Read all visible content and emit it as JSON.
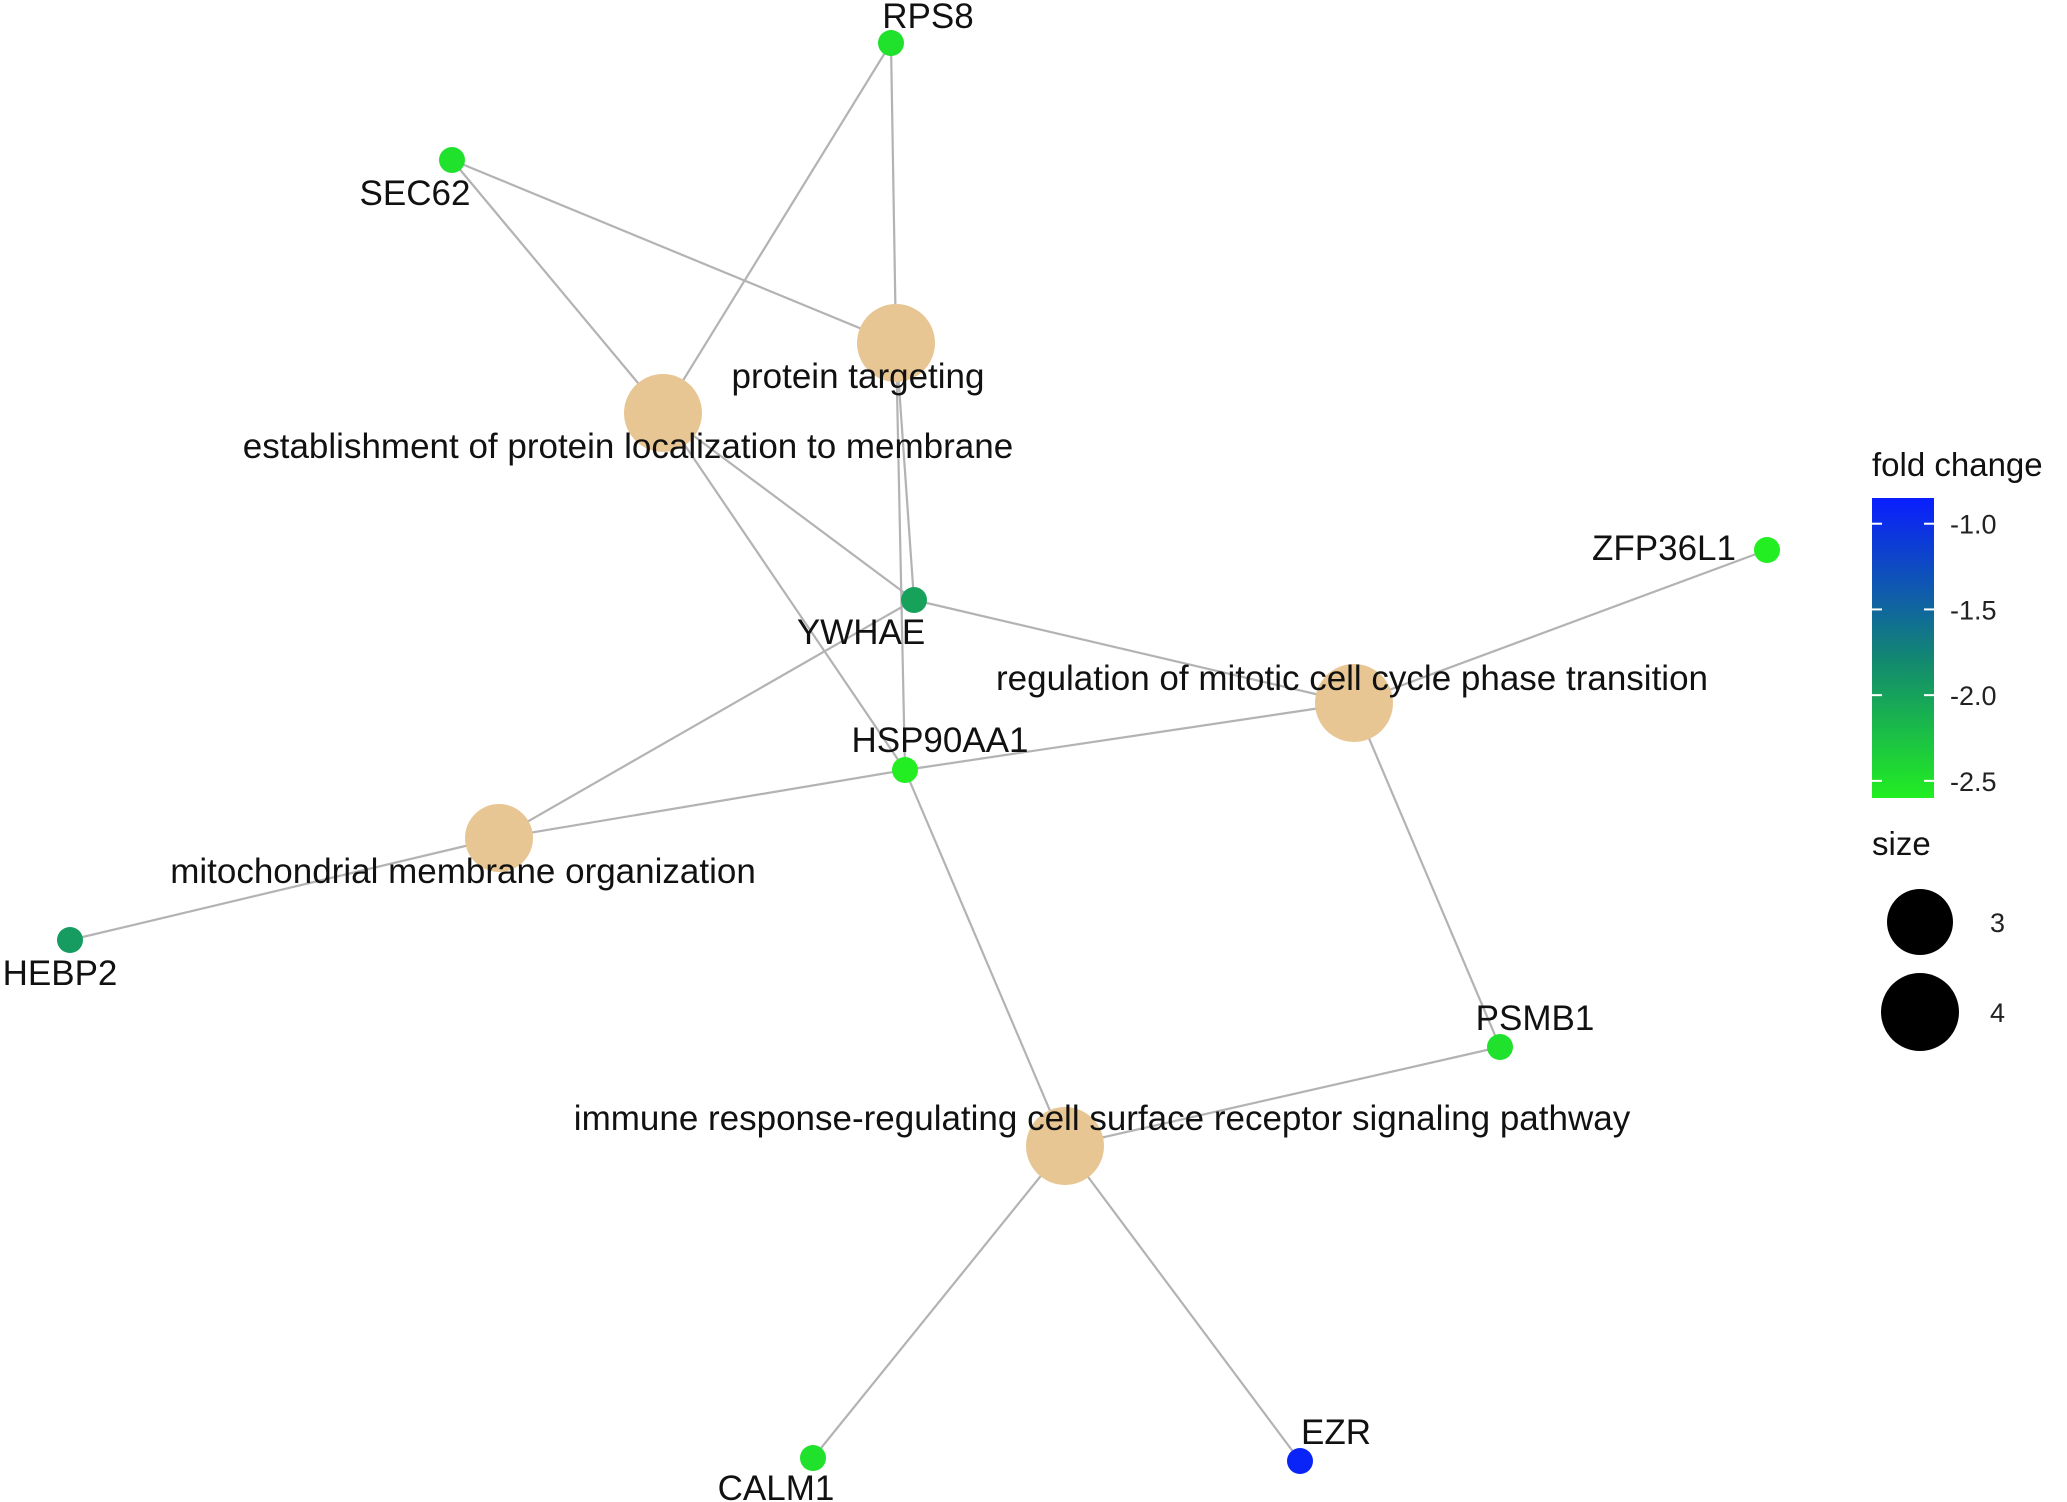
{
  "colors": {
    "term_node": "#E8C694",
    "edge": "#B3B3B3",
    "gradient_high": "#0A1EFF",
    "gradient_mid": "#138A6E",
    "gradient_low": "#22EE22"
  },
  "terms": [
    {
      "id": "t_pt",
      "label": "protein targeting",
      "size": 4
    },
    {
      "id": "t_ep",
      "label": "establishment of protein localization to membrane",
      "size": 4
    },
    {
      "id": "t_rm",
      "label": "regulation of mitotic cell cycle phase transition",
      "size": 4
    },
    {
      "id": "t_mm",
      "label": "mitochondrial membrane organization",
      "size": 3
    },
    {
      "id": "t_ir",
      "label": "immune response-regulating cell surface receptor signaling pathway",
      "size": 4
    }
  ],
  "genes": [
    {
      "id": "g_rps8",
      "label": "RPS8",
      "fold_change": -2.5
    },
    {
      "id": "g_sec62",
      "label": "SEC62",
      "fold_change": -2.5
    },
    {
      "id": "g_ywhae",
      "label": "YWHAE",
      "fold_change": -2.0
    },
    {
      "id": "g_zfp",
      "label": "ZFP36L1",
      "fold_change": -2.6
    },
    {
      "id": "g_hsp",
      "label": "HSP90AA1",
      "fold_change": -2.6
    },
    {
      "id": "g_hebp2",
      "label": "HEBP2",
      "fold_change": -1.95
    },
    {
      "id": "g_psmb1",
      "label": "PSMB1",
      "fold_change": -2.5
    },
    {
      "id": "g_calm1",
      "label": "CALM1",
      "fold_change": -2.5
    },
    {
      "id": "g_ezr",
      "label": "EZR",
      "fold_change": -0.9
    }
  ],
  "edges": [
    [
      "g_rps8",
      "t_pt"
    ],
    [
      "g_rps8",
      "t_ep"
    ],
    [
      "g_sec62",
      "t_pt"
    ],
    [
      "g_sec62",
      "t_ep"
    ],
    [
      "t_pt",
      "g_ywhae"
    ],
    [
      "t_pt",
      "g_hsp"
    ],
    [
      "t_ep",
      "g_ywhae"
    ],
    [
      "t_ep",
      "g_hsp"
    ],
    [
      "g_ywhae",
      "t_rm"
    ],
    [
      "g_ywhae",
      "t_mm"
    ],
    [
      "g_zfp",
      "t_rm"
    ],
    [
      "g_hsp",
      "t_rm"
    ],
    [
      "g_hsp",
      "t_mm"
    ],
    [
      "g_hsp",
      "t_ir"
    ],
    [
      "t_mm",
      "g_hebp2"
    ],
    [
      "t_rm",
      "g_psmb1"
    ],
    [
      "g_psmb1",
      "t_ir"
    ],
    [
      "t_ir",
      "g_calm1"
    ],
    [
      "t_ir",
      "g_ezr"
    ]
  ],
  "legend": {
    "fold_change_title": "fold change",
    "fold_change_ticks": [
      {
        "label": "-1.0",
        "value": -1.0
      },
      {
        "label": "-1.5",
        "value": -1.5
      },
      {
        "label": "-2.0",
        "value": -2.0
      },
      {
        "label": "-2.5",
        "value": -2.5
      }
    ],
    "fold_change_range": [
      -2.6,
      -0.85
    ],
    "size_title": "size",
    "size_entries": [
      {
        "label": "3",
        "value": 3
      },
      {
        "label": "4",
        "value": 4
      }
    ]
  }
}
